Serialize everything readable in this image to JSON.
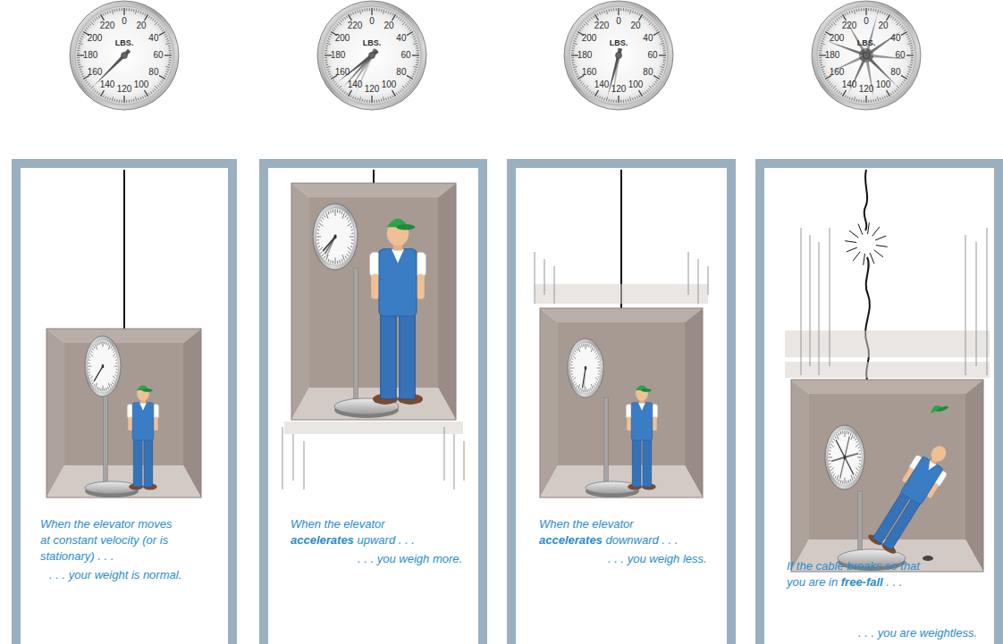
{
  "diagram": {
    "nodes": [
      {
        "text": [
          "0",
          "20",
          "40",
          "60",
          "80",
          "100",
          "120",
          "140",
          "160",
          "180",
          "200",
          "220",
          "LBS."
        ]
      },
      {
        "text": [
          "0",
          "20",
          "40",
          "60",
          "80",
          "100",
          "120",
          "140",
          "160",
          "180",
          "200",
          "220",
          "LBS."
        ]
      },
      {
        "text": [
          "0",
          "20",
          "40",
          "60",
          "80",
          "100",
          "120",
          "140",
          "160",
          "180",
          "200",
          "220",
          "LBS."
        ]
      },
      {
        "text": [
          "0",
          "20",
          "40",
          "60",
          "80",
          "100",
          "120",
          "140",
          "160",
          "180",
          "200",
          "220",
          "LBS."
        ]
      },
      {
        "text": [
          "When the elevator moves at constant velocity (or is stationary) . . .",
          ". . . your weight is normal."
        ]
      },
      {
        "text": [
          "When the elevator accelerates upward . . .",
          ". . . you weigh more."
        ]
      },
      {
        "text": [
          "When the elevator accelerates downward . . .",
          ". . . you weigh less."
        ]
      },
      {
        "text": [
          "If the cable breaks so that you are in free-fall . . .",
          ". . . you are weightless."
        ]
      }
    ]
  }
}
